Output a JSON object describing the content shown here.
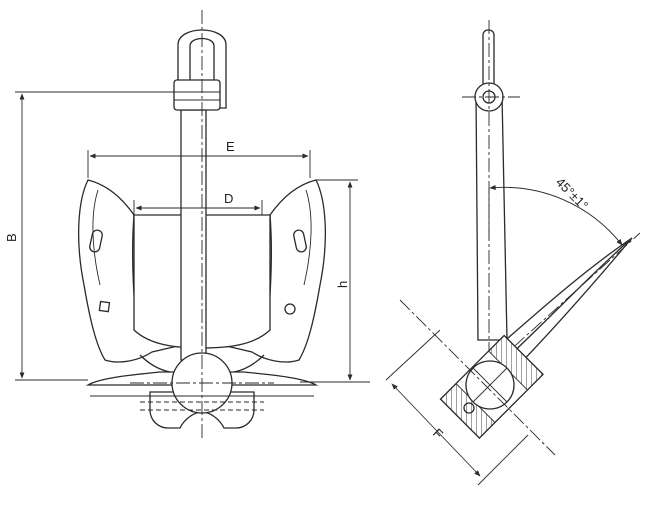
{
  "labels": {
    "B": "B",
    "E": "E",
    "D": "D",
    "h": "h",
    "F": "F",
    "angle": "45°±1°"
  }
}
